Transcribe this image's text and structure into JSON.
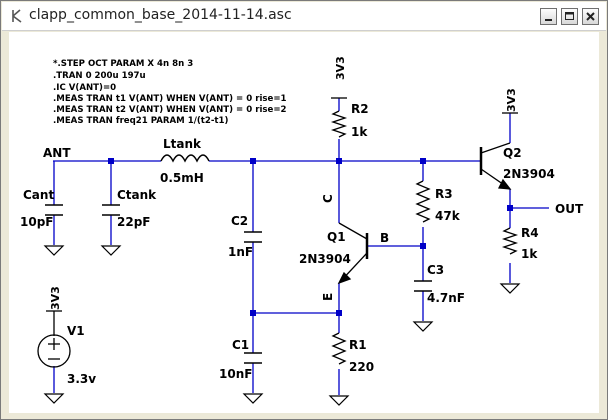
{
  "window": {
    "title": "clapp_common_base_2014-11-14.asc"
  },
  "spice": [
    "*.STEP OCT PARAM X 4n 8n 3",
    ".TRAN 0 200u 197u",
    ".IC V(ANT)=0",
    ".MEAS TRAN t1 V(ANT) WHEN V(ANT) = 0 rise=1",
    ".MEAS TRAN t2 V(ANT) WHEN V(ANT) = 0 rise=2",
    ".MEAS TRAN freq21 PARAM 1/(t2-t1)"
  ],
  "nets": {
    "ant": "ANT",
    "out": "OUT",
    "b": "B",
    "c": "C",
    "e": "E"
  },
  "supplies": {
    "r2_top": "3V3",
    "q2_top": "3V3",
    "v1_top": "3V3"
  },
  "components": {
    "cant": {
      "name": "Cant",
      "value": "10pF"
    },
    "ctank": {
      "name": "Ctank",
      "value": "22pF"
    },
    "ltank": {
      "name": "Ltank",
      "value": "0.5mH"
    },
    "r2": {
      "name": "R2",
      "value": "1k"
    },
    "q2": {
      "name": "Q2",
      "value": "2N3904"
    },
    "r3": {
      "name": "R3",
      "value": "47k"
    },
    "r4": {
      "name": "R4",
      "value": "1k"
    },
    "c2": {
      "name": "C2",
      "value": "1nF"
    },
    "q1": {
      "name": "Q1",
      "value": "2N3904"
    },
    "c3": {
      "name": "C3",
      "value": "4.7nF"
    },
    "c1": {
      "name": "C1",
      "value": "10nF"
    },
    "r1": {
      "name": "R1",
      "value": "220"
    },
    "v1": {
      "name": "V1",
      "value": "3.3v"
    }
  },
  "colors": {
    "wire": "#0000c8",
    "component": "#000000",
    "background": "#ffffff"
  }
}
